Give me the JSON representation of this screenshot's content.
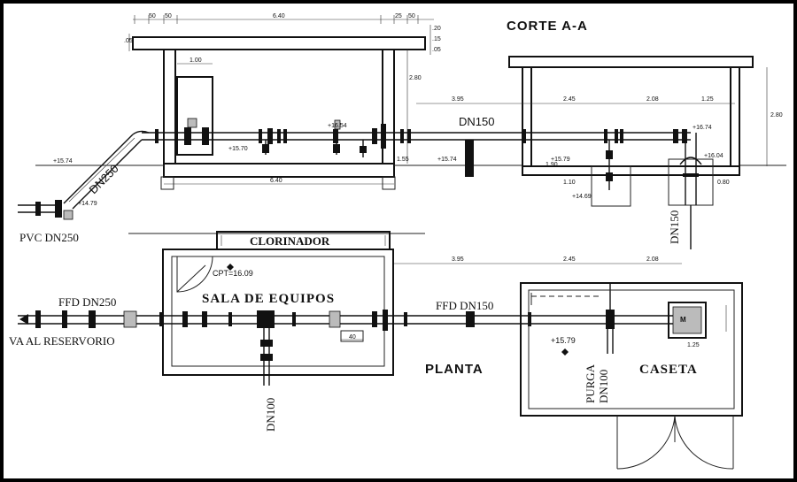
{
  "titles": {
    "section": "CORTE A-A",
    "plan": "PLANTA"
  },
  "labels": {
    "clorinador": "CLORINADOR",
    "sala_equipos": "SALA DE EQUIPOS",
    "caseta": "CASETA",
    "pvc_dn250": "PVC DN250",
    "ffd_dn250": "FFD DN250",
    "va_reservorio": "VA AL RESERVORIO",
    "ffd_dn150": "FFD DN150",
    "dn150_section": "DN150",
    "dn150_vertical": "DN150",
    "dn250_diagonal": "DN250",
    "dn100_plan": "DN100",
    "purga": "PURGA",
    "purga_dn100": "DN100"
  },
  "elevations": {
    "cpt": "CPT=16.09",
    "plan_caseta": "+15.79",
    "sec_1674": "+16.74",
    "sec_1654": "+16.54",
    "sec_1570": "+15.70",
    "sec_1574_left": "+15.74",
    "sec_1574_mid": "+15.74",
    "sec_1479": "+14.79",
    "sec_1579": "+15.79",
    "sec_1469": "+14.69",
    "sec_1604": "+16.04"
  },
  "dimensions": {
    "top_50a": "50",
    "top_50b": "50",
    "top_640": "6.40",
    "top_25a": "25",
    "top_50c": "50",
    "inner_100": "1.00",
    "bottom_640": "6.40",
    "sec_395": "3.95",
    "sec_245": "2.45",
    "sec_208": "2.08",
    "sec_125": "1.25",
    "sec_280": "2.80",
    "sec_190": "1.90",
    "sec_110": "1.10",
    "sec_080": "0.80",
    "plan_395": "3.95",
    "plan_245": "2.45",
    "plan_208": "2.08",
    "plan_40": "40",
    "plan_125": "1.25"
  },
  "colors": {
    "frame": "#000000",
    "paper": "#ffffff",
    "ink": "#111111"
  }
}
